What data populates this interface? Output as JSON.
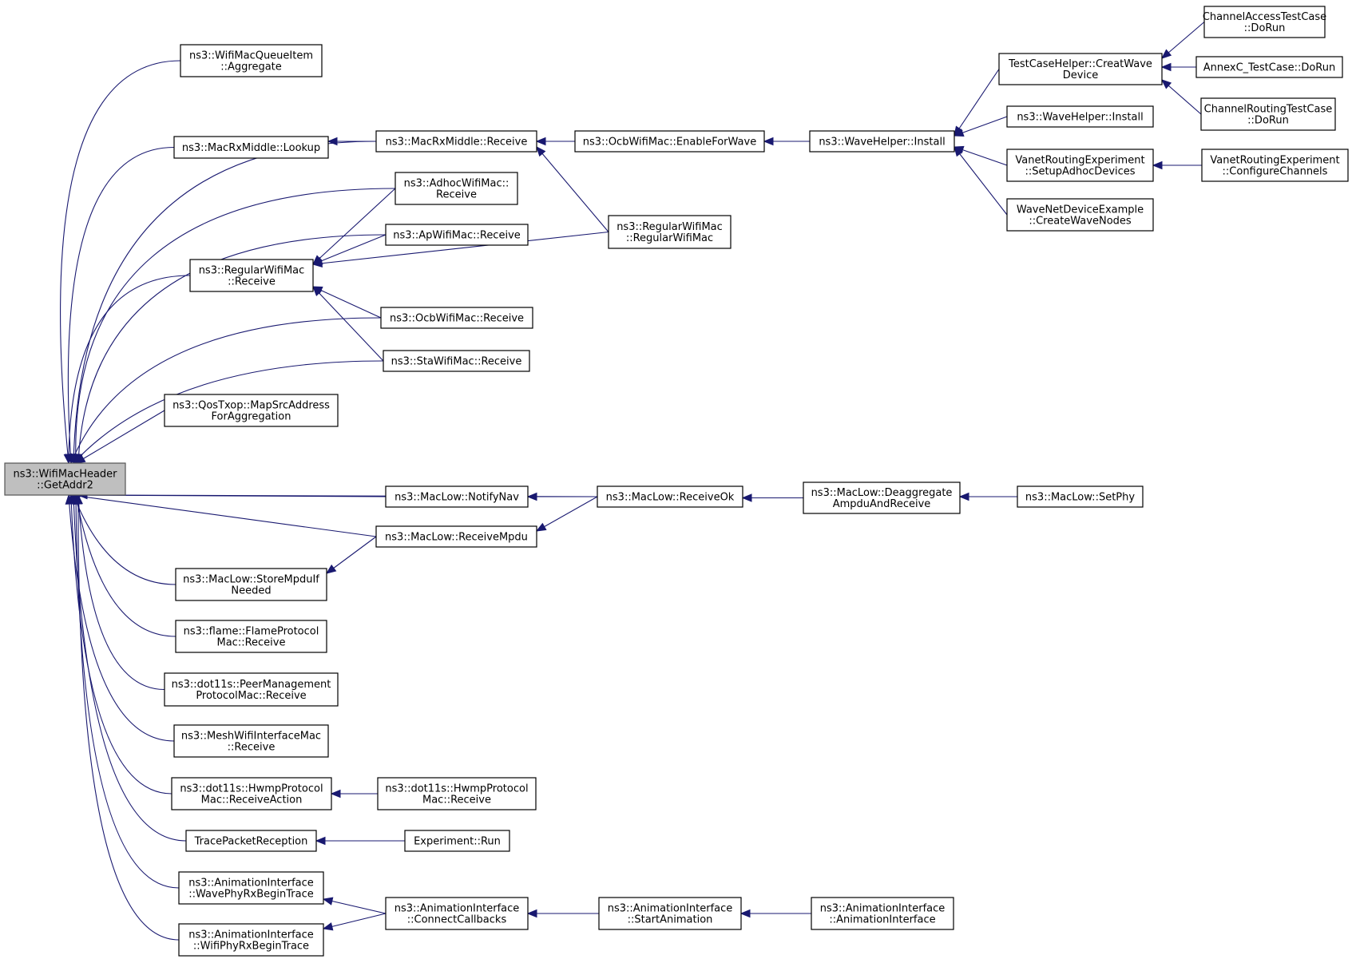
{
  "diagram": {
    "nodes": [
      {
        "id": "root",
        "lines": [
          "ns3::WifiMacHeader",
          "::GetAddr2"
        ],
        "root": true
      },
      {
        "id": "wmqi",
        "lines": [
          "ns3::WifiMacQueueItem",
          "::Aggregate"
        ]
      },
      {
        "id": "mrm_lookup",
        "lines": [
          "ns3::MacRxMiddle::Lookup"
        ]
      },
      {
        "id": "mrm_recv",
        "lines": [
          "ns3::MacRxMiddle::Receive"
        ]
      },
      {
        "id": "ocb_enable",
        "lines": [
          "ns3::OcbWifiMac::EnableForWave"
        ]
      },
      {
        "id": "wave_install",
        "lines": [
          "ns3::WaveHelper::Install"
        ]
      },
      {
        "id": "tch_creat",
        "lines": [
          "TestCaseHelper::CreatWave",
          "Device"
        ]
      },
      {
        "id": "cat_dorun",
        "lines": [
          "ChannelAccessTestCase",
          "::DoRun"
        ]
      },
      {
        "id": "annexc",
        "lines": [
          "AnnexC_TestCase::DoRun"
        ]
      },
      {
        "id": "crt_dorun",
        "lines": [
          "ChannelRoutingTestCase",
          "::DoRun"
        ]
      },
      {
        "id": "wave_install2",
        "lines": [
          "ns3::WaveHelper::Install"
        ]
      },
      {
        "id": "vre_setup",
        "lines": [
          "VanetRoutingExperiment",
          "::SetupAdhocDevices"
        ]
      },
      {
        "id": "vre_config",
        "lines": [
          "VanetRoutingExperiment",
          "::ConfigureChannels"
        ]
      },
      {
        "id": "wnde",
        "lines": [
          "WaveNetDeviceExample",
          "::CreateWaveNodes"
        ]
      },
      {
        "id": "adhoc_recv",
        "lines": [
          "ns3::AdhocWifiMac::",
          "Receive"
        ]
      },
      {
        "id": "ap_recv",
        "lines": [
          "ns3::ApWifiMac::Receive"
        ]
      },
      {
        "id": "rwm_ctor",
        "lines": [
          "ns3::RegularWifiMac",
          "::RegularWifiMac"
        ]
      },
      {
        "id": "rwm_recv",
        "lines": [
          "ns3::RegularWifiMac",
          "::Receive"
        ]
      },
      {
        "id": "ocb_recv",
        "lines": [
          "ns3::OcbWifiMac::Receive"
        ]
      },
      {
        "id": "sta_recv",
        "lines": [
          "ns3::StaWifiMac::Receive"
        ]
      },
      {
        "id": "qos_map",
        "lines": [
          "ns3::QosTxop::MapSrcAddress",
          "ForAggregation"
        ]
      },
      {
        "id": "ml_notify",
        "lines": [
          "ns3::MacLow::NotifyNav"
        ]
      },
      {
        "id": "ml_recvok",
        "lines": [
          "ns3::MacLow::ReceiveOk"
        ]
      },
      {
        "id": "ml_deagg",
        "lines": [
          "ns3::MacLow::Deaggregate",
          "AmpduAndReceive"
        ]
      },
      {
        "id": "ml_setphy",
        "lines": [
          "ns3::MacLow::SetPhy"
        ]
      },
      {
        "id": "ml_recvmpdu",
        "lines": [
          "ns3::MacLow::ReceiveMpdu"
        ]
      },
      {
        "id": "ml_store",
        "lines": [
          "ns3::MacLow::StoreMpduIf",
          "Needed"
        ]
      },
      {
        "id": "flame",
        "lines": [
          "ns3::flame::FlameProtocol",
          "Mac::Receive"
        ]
      },
      {
        "id": "peer",
        "lines": [
          "ns3::dot11s::PeerManagement",
          "ProtocolMac::Receive"
        ]
      },
      {
        "id": "mesh",
        "lines": [
          "ns3::MeshWifiInterfaceMac",
          "::Receive"
        ]
      },
      {
        "id": "hwmp_action",
        "lines": [
          "ns3::dot11s::HwmpProtocol",
          "Mac::ReceiveAction"
        ]
      },
      {
        "id": "hwmp_recv",
        "lines": [
          "ns3::dot11s::HwmpProtocol",
          "Mac::Receive"
        ]
      },
      {
        "id": "trace",
        "lines": [
          "TracePacketReception"
        ]
      },
      {
        "id": "exp_run",
        "lines": [
          "Experiment::Run"
        ]
      },
      {
        "id": "ai_wave",
        "lines": [
          "ns3::AnimationInterface",
          "::WavePhyRxBeginTrace"
        ]
      },
      {
        "id": "ai_connect",
        "lines": [
          "ns3::AnimationInterface",
          "::ConnectCallbacks"
        ]
      },
      {
        "id": "ai_start",
        "lines": [
          "ns3::AnimationInterface",
          "::StartAnimation"
        ]
      },
      {
        "id": "ai_ctor",
        "lines": [
          "ns3::AnimationInterface",
          "::AnimationInterface"
        ]
      },
      {
        "id": "ai_wifi",
        "lines": [
          "ns3::AnimationInterface",
          "::WifiPhyRxBeginTrace"
        ]
      }
    ]
  }
}
